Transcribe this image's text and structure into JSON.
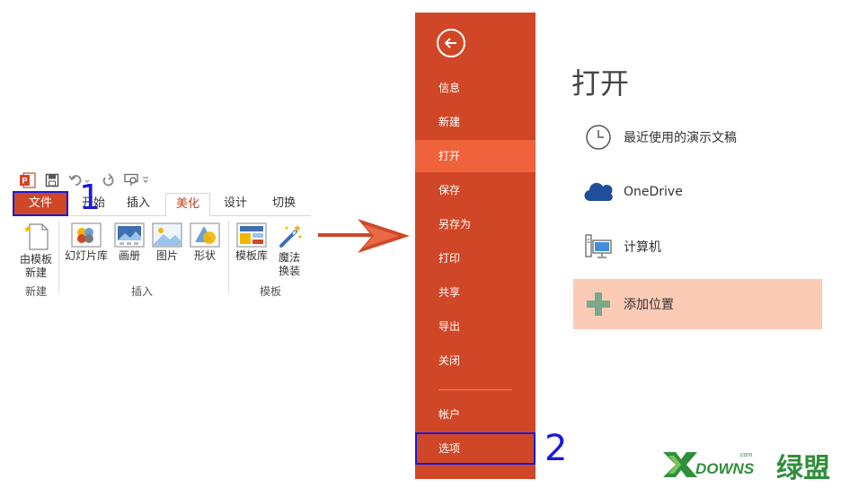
{
  "step_markers": {
    "one": "1",
    "two": "2"
  },
  "ribbon": {
    "tabs": [
      {
        "label": "文件"
      },
      {
        "label": "开始"
      },
      {
        "label": "插入"
      },
      {
        "label": "美化"
      },
      {
        "label": "设计"
      },
      {
        "label": "切换"
      }
    ],
    "active_tab": "美化",
    "buttons": {
      "from_template_line1": "由模板",
      "from_template_line2": "新建",
      "slide_library": "幻灯片库",
      "album": "画册",
      "picture": "图片",
      "shape": "形状",
      "template_library": "模板库",
      "magic_line1": "魔法",
      "magic_line2": "换装"
    },
    "groups": {
      "new": "新建",
      "insert": "插入",
      "template": "模板"
    }
  },
  "backstage": {
    "nav": [
      {
        "label": "信息"
      },
      {
        "label": "新建"
      },
      {
        "label": "打开"
      },
      {
        "label": "保存"
      },
      {
        "label": "另存为"
      },
      {
        "label": "打印"
      },
      {
        "label": "共享"
      },
      {
        "label": "导出"
      },
      {
        "label": "关闭"
      },
      {
        "label": "帐户"
      },
      {
        "label": "选项"
      }
    ],
    "active": "打开",
    "open": {
      "title": "打开",
      "places": [
        {
          "label": "最近使用的演示文稿",
          "icon": "clock-icon"
        },
        {
          "label": "OneDrive",
          "icon": "cloud-icon"
        },
        {
          "label": "计算机",
          "icon": "computer-icon"
        },
        {
          "label": "添加位置",
          "icon": "plus-icon"
        }
      ]
    }
  },
  "colors": {
    "accent": "#d04727",
    "accent_active": "#f0623c",
    "highlight_box": "#1a1ad8",
    "add_place_bg": "#fbcbb5",
    "arrow": "#d04727"
  },
  "watermark": {
    "brand": "DOWNS",
    "suffix": "绿盟",
    "com": ".com"
  }
}
